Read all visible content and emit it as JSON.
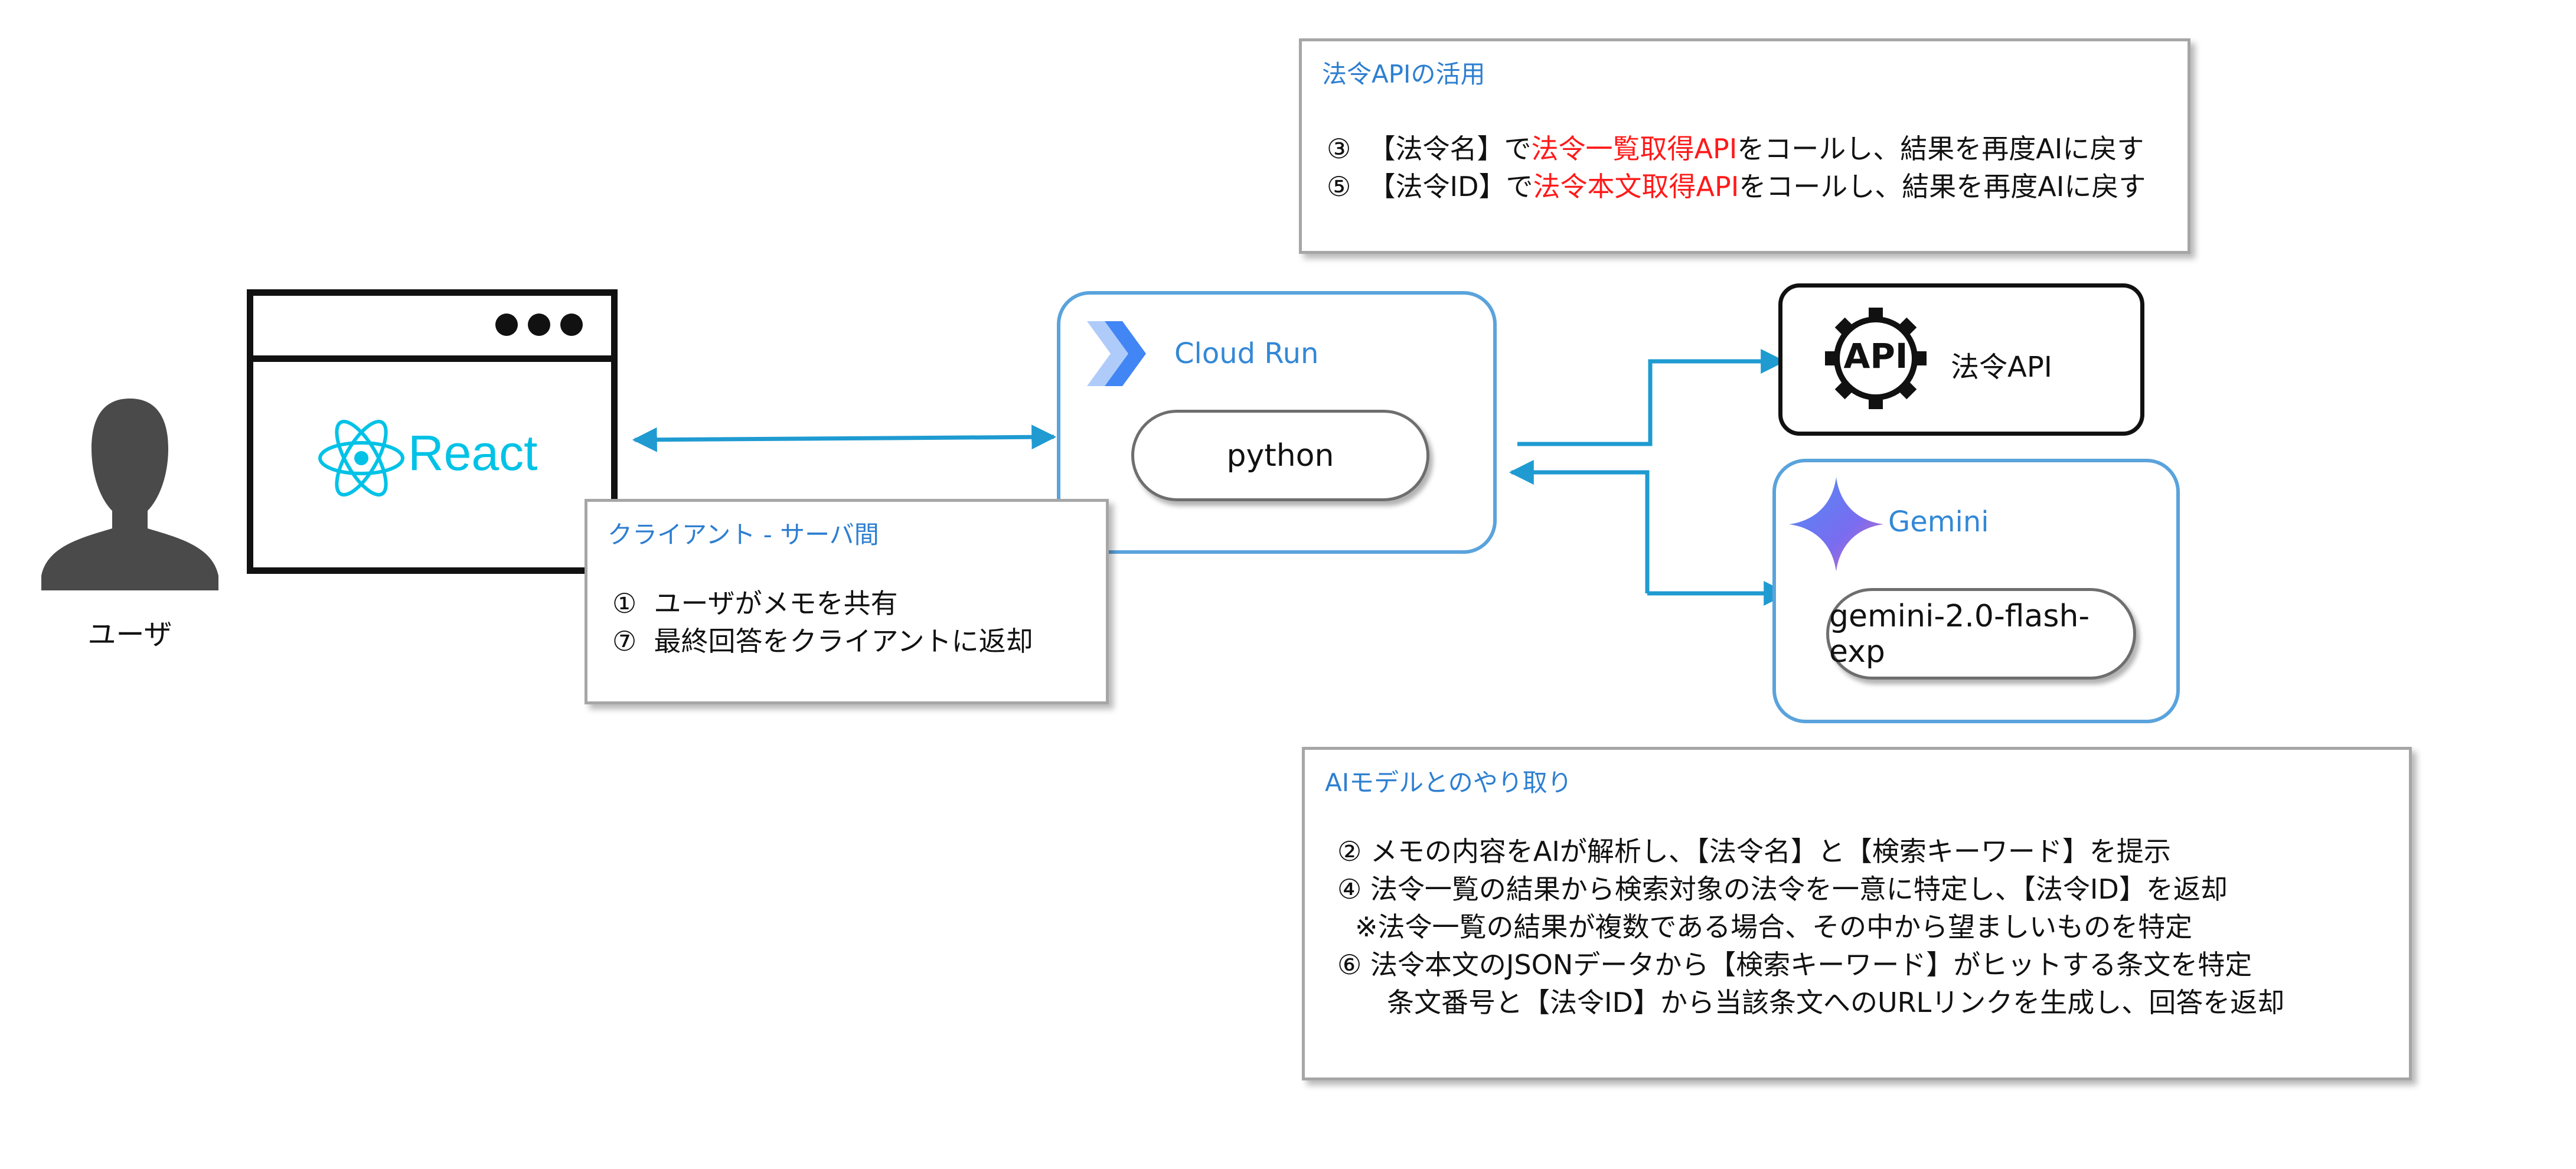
{
  "user": {
    "label": "ユーザ"
  },
  "react_app": {
    "label": "React"
  },
  "cloud_run": {
    "title": "Cloud Run",
    "runtime": "python"
  },
  "law_api_node": {
    "label": "法令API",
    "icon_text": "API"
  },
  "gemini_node": {
    "title": "Gemini",
    "model": "gemini-2.0-flash-exp"
  },
  "notes": {
    "law_api": {
      "title": "法令APIの活用",
      "lines": [
        {
          "num": "③",
          "pre": "【法令名】で",
          "highlight": "法令一覧取得API",
          "post": "をコールし、結果を再度AIに戻す"
        },
        {
          "num": "⑤",
          "pre": "【法令ID】で",
          "highlight": "法令本文取得API",
          "post": "をコールし、結果を再度AIに戻す"
        }
      ]
    },
    "client_server": {
      "title": "クライアント - サーバ間",
      "lines": [
        {
          "num": "①",
          "text": "ユーザがメモを共有"
        },
        {
          "num": "⑦",
          "text": "最終回答をクライアントに返却"
        }
      ]
    },
    "ai_model": {
      "title": "AIモデルとのやり取り",
      "lines": [
        "②  メモの内容をAIが解析し、【法令名】と【検索キーワード】を提示",
        "④  法令一覧の結果から検索対象の法令を一意に特定し、【法令ID】を返却",
        "※法令一覧の結果が複数である場合、その中から望ましいものを特定",
        "⑥  法令本文のJSONデータから【検索キーワード】がヒットする条文を特定",
        "条文番号と【法令ID】から当該条文へのURLリンクを生成し、回答を返却"
      ]
    }
  },
  "colors": {
    "arrow": "#1f9bd1",
    "react": "#00c2e6",
    "highlight": "#ff1a1a",
    "title_blue": "#2e7fd0"
  }
}
